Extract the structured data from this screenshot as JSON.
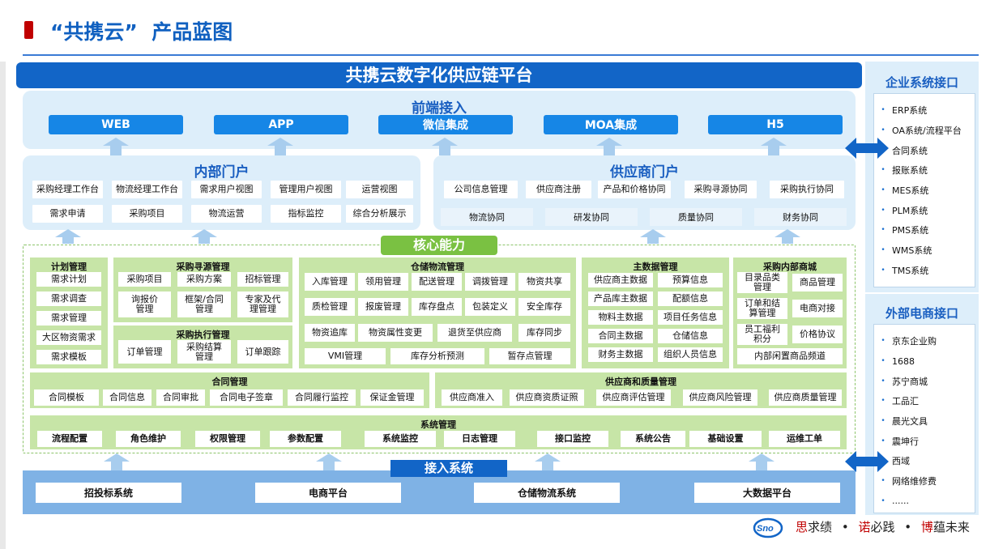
{
  "header": {
    "title": "“共携云”  产品蓝图"
  },
  "platform": {
    "title": "共携云数字化供应链平台"
  },
  "front": {
    "title": "前端接入",
    "items": [
      "WEB",
      "APP",
      "微信集成",
      "MOA集成",
      "H5"
    ]
  },
  "internal_portal": {
    "title": "内部门户",
    "row1": [
      "采购经理工作台",
      "物流经理工作台",
      "需求用户视图",
      "管理用户视图",
      "运营视图"
    ],
    "row2": [
      "需求申请",
      "采购项目",
      "物流运营",
      "指标监控",
      "综合分析展示"
    ]
  },
  "supplier_portal": {
    "title": "供应商门户",
    "row1": [
      "公司信息管理",
      "供应商注册",
      "产品和价格协同",
      "采购寻源协同",
      "采购执行协同"
    ],
    "row2": [
      "物流协同",
      "研发协同",
      "质量协同",
      "财务协同"
    ]
  },
  "core": {
    "label": "核心能力",
    "plan": {
      "title": "计划管理",
      "items": [
        "需求计划",
        "需求调查",
        "需求管理",
        "大区物资需求",
        "需求模板"
      ]
    },
    "sourcing": {
      "title": "采购寻源管理",
      "items": [
        "采购项目",
        "采购方案",
        "招标管理",
        "询报价\n管理",
        "框架/合同\n管理",
        "专家及代\n理管理"
      ]
    },
    "execution": {
      "title": "采购执行管理",
      "items": [
        "订单管理",
        "采购结算\n管理",
        "订单跟踪"
      ]
    },
    "warehouse": {
      "title": "仓储物流管理",
      "row1": [
        "入库管理",
        "领用管理",
        "配送管理",
        "调拨管理",
        "物资共享"
      ],
      "row2": [
        "质检管理",
        "报废管理",
        "库存盘点",
        "包装定义",
        "安全库存"
      ],
      "row3": [
        "物资追库",
        "物资属性变更",
        "退货至供应商",
        "库存同步"
      ],
      "row4": [
        "VMI管理",
        "库存分析预测",
        "暂存点管理"
      ]
    },
    "master": {
      "title": "主数据管理",
      "left": [
        "供应商主数据",
        "产品库主数据",
        "物料主数据",
        "合同主数据",
        "财务主数据"
      ],
      "right": [
        "预算信息",
        "配额信息",
        "项目任务信息",
        "仓储信息",
        "组织人员信息"
      ]
    },
    "mall": {
      "title": "采购内部商城",
      "left": [
        "目录品类\n管理",
        "订单和结\n算管理",
        "员工福利\n积分"
      ],
      "right": [
        "商品管理",
        "电商对接",
        "价格协议"
      ],
      "bottom": "内部闲置商品频道"
    },
    "contract": {
      "title": "合同管理",
      "items": [
        "合同模板",
        "合同信息",
        "合同审批",
        "合同电子签章",
        "合同履行监控",
        "保证金管理"
      ]
    },
    "supplier_quality": {
      "title": "供应商和质量管理",
      "items": [
        "供应商准入",
        "供应商资质证照",
        "供应商评估管理",
        "供应商风险管理",
        "供应商质量管理"
      ]
    },
    "system": {
      "title": "系统管理",
      "items": [
        "流程配置",
        "角色维护",
        "权限管理",
        "参数配置",
        "系统监控",
        "日志管理",
        "接口监控",
        "系统公告",
        "基础设置",
        "运维工单"
      ]
    }
  },
  "access": {
    "title": "接入系统",
    "items": [
      "招投标系统",
      "电商平台",
      "仓储物流系统",
      "大数据平台"
    ]
  },
  "enterprise": {
    "title": "企业系统接口",
    "items": [
      "ERP系统",
      "OA系统/流程平台",
      "合同系统",
      "报账系统",
      "MES系统",
      "PLM系统",
      "PMS系统",
      "WMS系统",
      "TMS系统"
    ]
  },
  "ecommerce": {
    "title": "外部电商接口",
    "items": [
      "京东企业购",
      "1688",
      "苏宁商城",
      "工品汇",
      "晨光文具",
      "震坤行",
      "西域",
      "网络维修费",
      "......"
    ]
  },
  "footer": {
    "logo": "Sno",
    "m1_red": "思",
    "m1": "求绩",
    "m2_red": "诺",
    "m2": "必践",
    "m3_red": "博",
    "m3": "蕴未来",
    "dot": "•"
  },
  "colors": {
    "brand_blue": "#1265c7",
    "light_blue": "#ddeefa",
    "core_green": "#7ac142",
    "module_green": "#c7e5a7",
    "accent_red": "#c00000"
  }
}
